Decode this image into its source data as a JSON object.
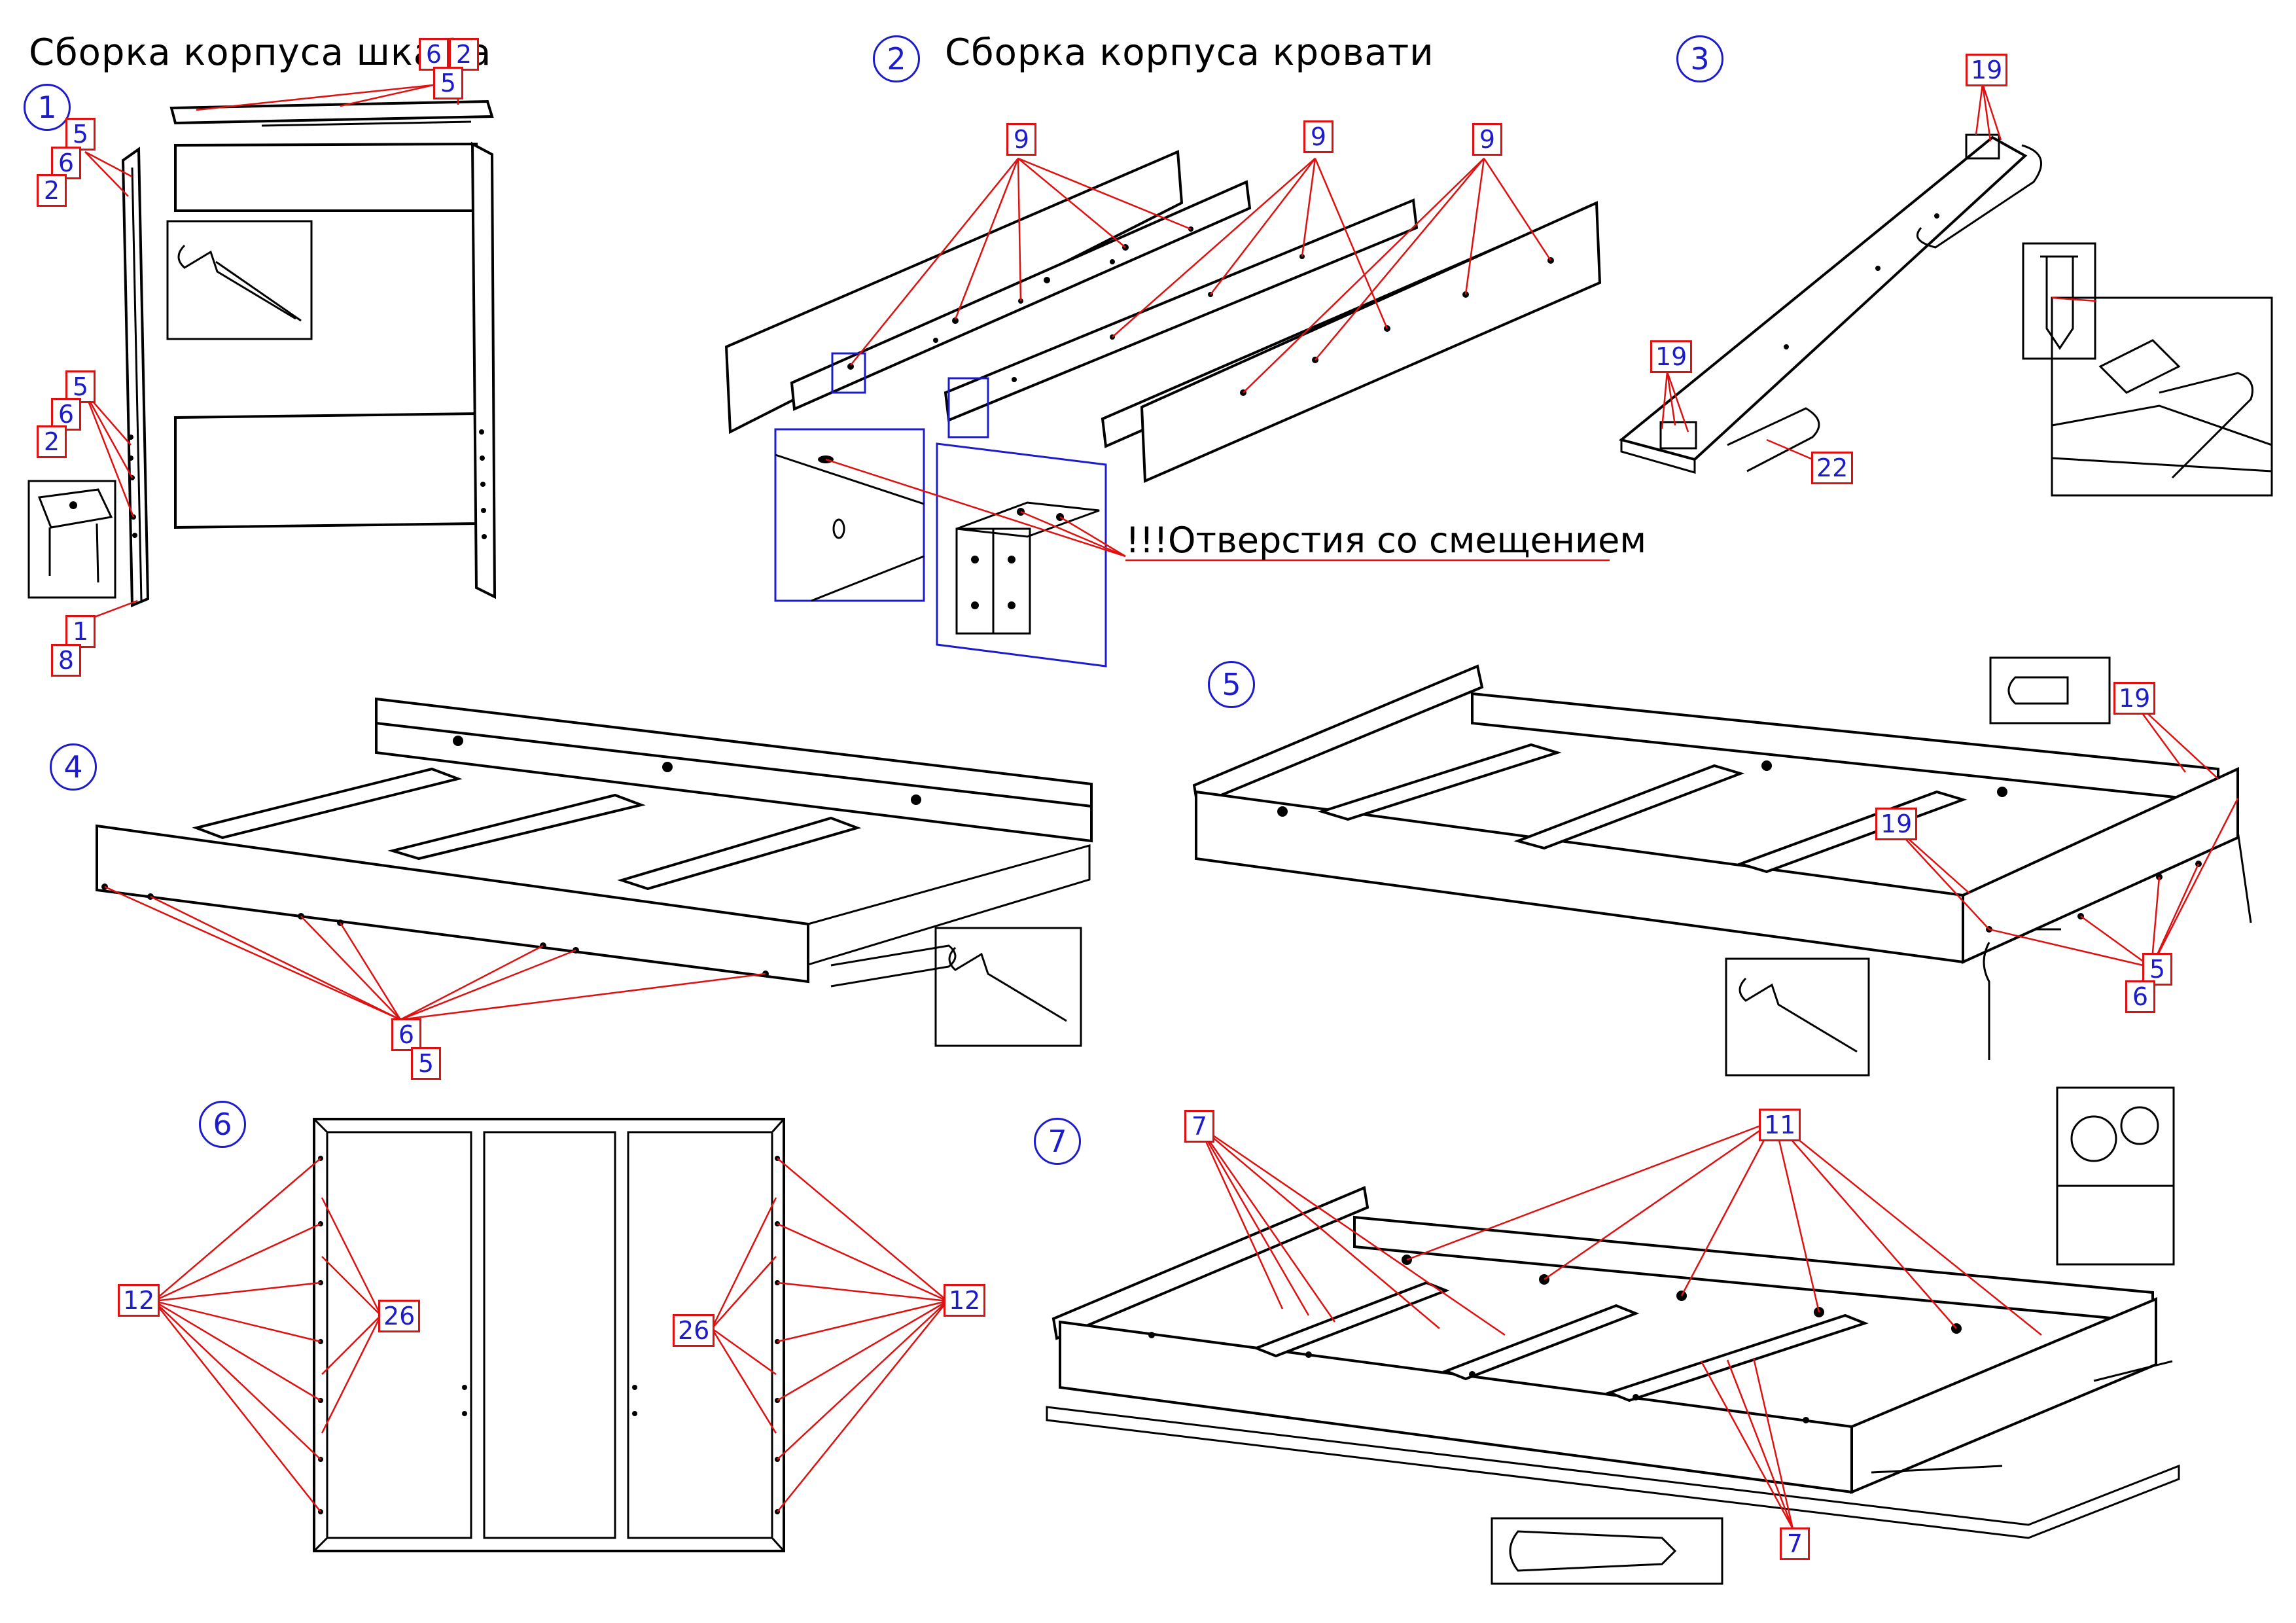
{
  "titles": {
    "wardrobe": "Сборка корпуса шкафа",
    "bed": "Сборка корпуса кровати",
    "warning": "!!!Отверстия со смещением"
  },
  "steps": [
    "1",
    "2",
    "3",
    "4",
    "5",
    "6",
    "7"
  ],
  "part_tags": {
    "s1_top_a": "6",
    "s1_top_b": "2",
    "s1_top_c": "5",
    "s1_side_a": "5",
    "s1_side_b": "6",
    "s1_side_c": "2",
    "s1_mid_a": "5",
    "s1_mid_b": "6",
    "s1_mid_c": "2",
    "s1_bot_a": "1",
    "s1_bot_b": "8",
    "s2_a": "9",
    "s2_b": "9",
    "s2_c": "9",
    "s3_top": "19",
    "s3_left": "19",
    "s3_handle": "22",
    "s4_a": "6",
    "s4_b": "5",
    "s5_a": "19",
    "s5_b": "19",
    "s5_c": "5",
    "s5_d": "6",
    "s6_l12": "12",
    "s6_l26": "26",
    "s6_r26": "26",
    "s6_r12": "12",
    "s7_a": "7",
    "s7_b": "11",
    "s7_c": "7"
  },
  "colors": {
    "ink": "#000000",
    "leader": "#e01010",
    "label": "#1c1ccc",
    "zoom_frame": "#1c1ccc"
  }
}
